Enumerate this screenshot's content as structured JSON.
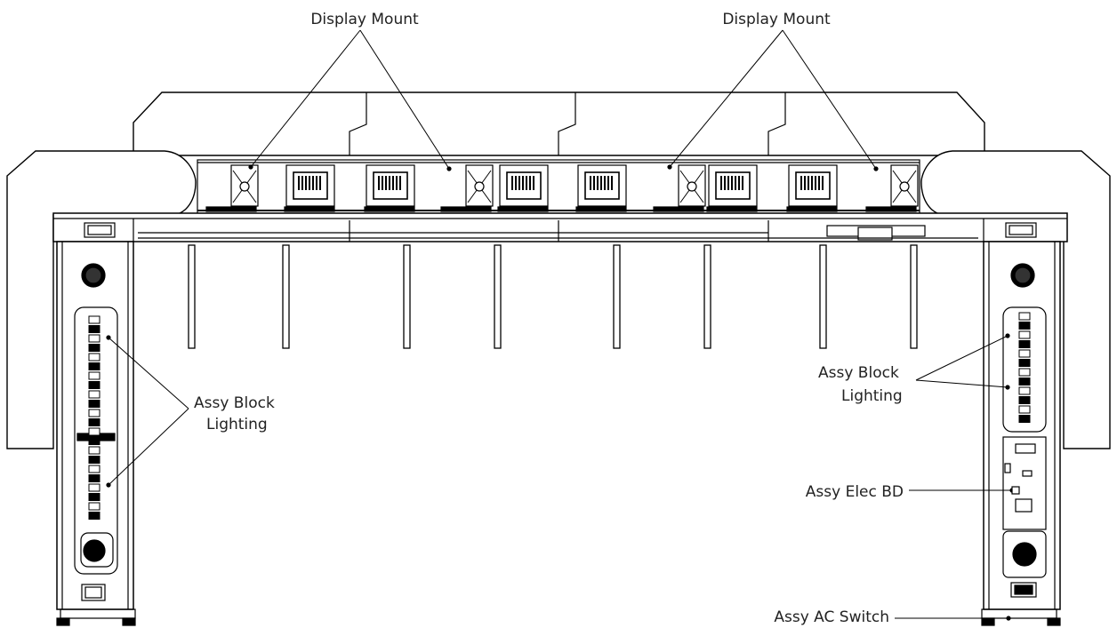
{
  "labels": {
    "display_mount_left": "Display Mount",
    "display_mount_right": "Display Mount",
    "lighting_left_line1": "Assy Block",
    "lighting_left_line2": "Lighting",
    "lighting_right_line1": "Assy Block",
    "lighting_right_line2": "Lighting",
    "elec_bd": "Assy Elec BD",
    "ac_switch": "Assy AC Switch"
  },
  "colors": {
    "line": "#000000",
    "fill": "#ffffff",
    "text": "#222222"
  }
}
